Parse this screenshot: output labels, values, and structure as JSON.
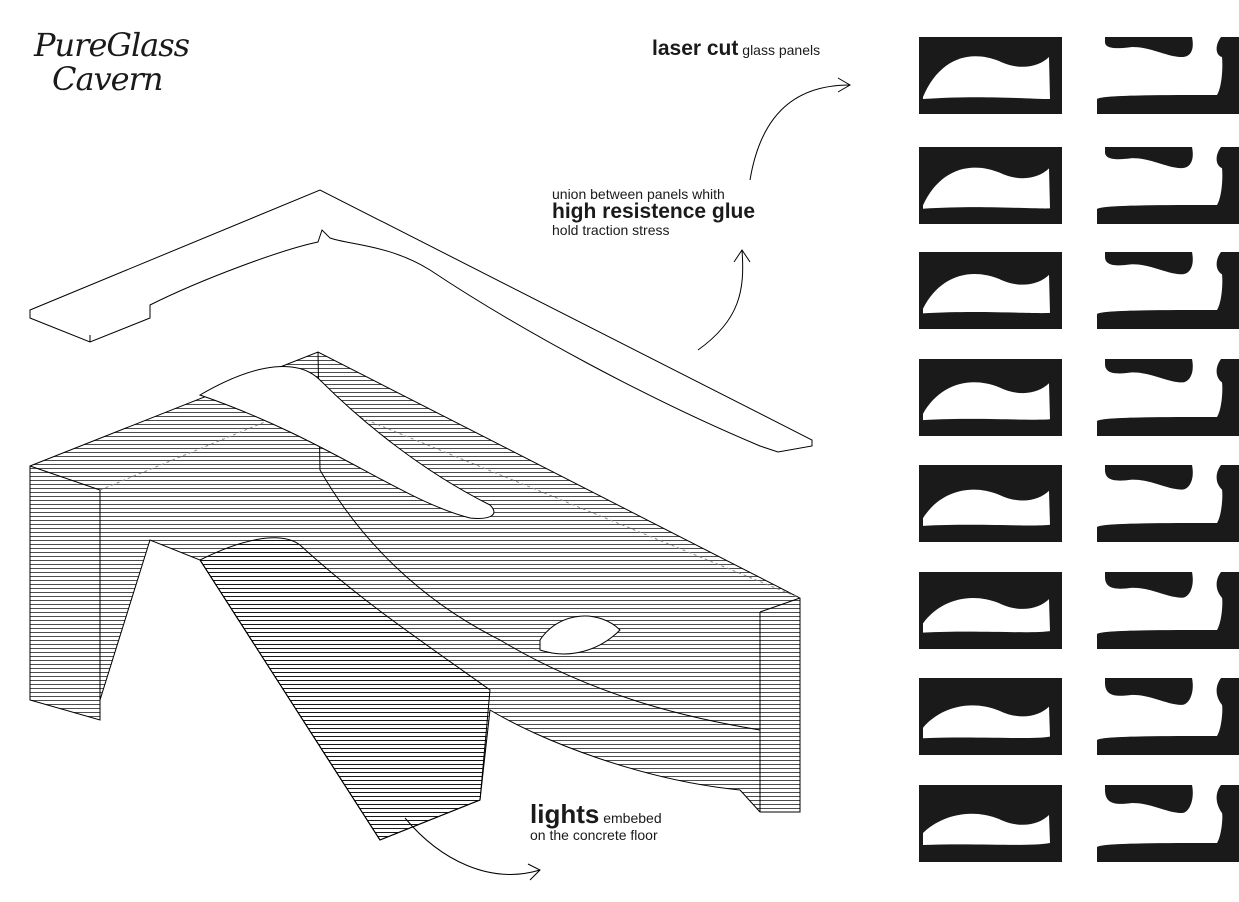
{
  "title": {
    "line1": "PureGlass",
    "line2": "Cavern"
  },
  "annotations": {
    "laser": {
      "bold": "laser cut",
      "rest": "glass panels"
    },
    "glue": {
      "line1": "union between panels whith",
      "bold": "high resistence glue",
      "line3": "hold traction stress"
    },
    "lights": {
      "bold": "lights",
      "rest": "embebed",
      "line2": "on the concrete floor"
    }
  },
  "panels": {
    "rows": 8,
    "columns": 2,
    "fill": "#1a1a1a"
  }
}
